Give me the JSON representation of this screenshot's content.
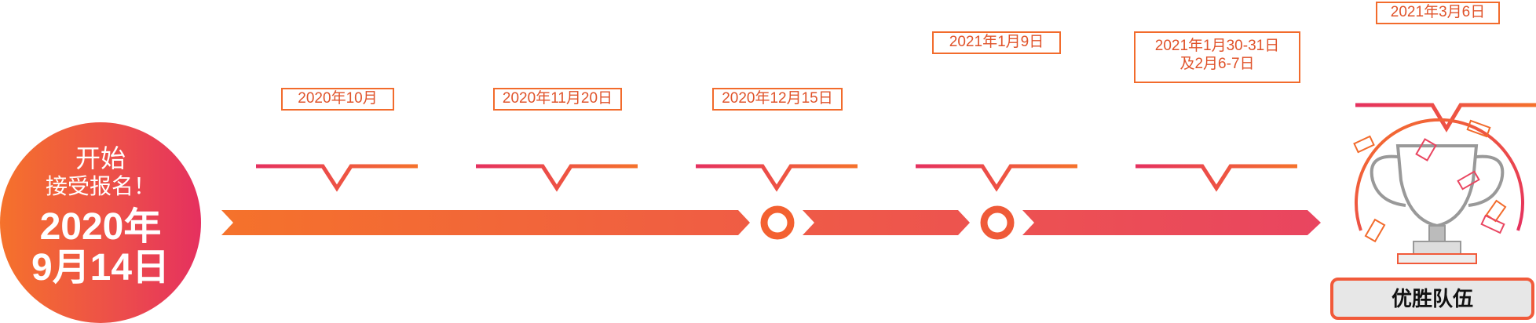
{
  "start": {
    "line1": "开始",
    "line2": "接受报名！",
    "line3": "2020年",
    "line4": "9月14日"
  },
  "milestones": [
    {
      "lines": [
        "2020年10月"
      ]
    },
    {
      "lines": [
        "2020年11月20日"
      ]
    },
    {
      "lines": [
        "2020年12月15日"
      ]
    },
    {
      "lines": [
        "2021年1月9日"
      ]
    },
    {
      "lines": [
        "2021年1月30-31日",
        "及2月6-7日"
      ]
    },
    {
      "lines": [
        "2021年3月6日"
      ]
    }
  ],
  "end": {
    "label": "优胜队伍",
    "icon": "trophy-icon"
  },
  "colors": {
    "orange": "#f5722b",
    "red": "#e5305f",
    "border": "#f26b2c"
  }
}
